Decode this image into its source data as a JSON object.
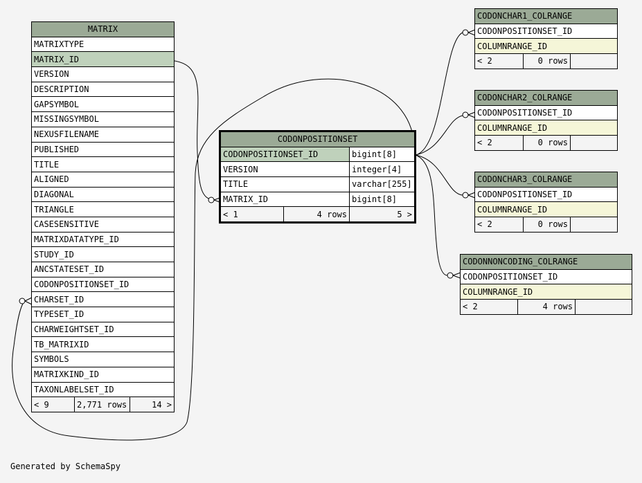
{
  "tables": {
    "matrix": {
      "name": "MATRIX",
      "columns": [
        "MATRIXTYPE",
        "MATRIX_ID",
        "VERSION",
        "DESCRIPTION",
        "GAPSYMBOL",
        "MISSINGSYMBOL",
        "NEXUSFILENAME",
        "PUBLISHED",
        "TITLE",
        "ALIGNED",
        "DIAGONAL",
        "TRIANGLE",
        "CASESENSITIVE",
        "MATRIXDATATYPE_ID",
        "STUDY_ID",
        "ANCSTATESET_ID",
        "CODONPOSITIONSET_ID",
        "CHARSET_ID",
        "TYPESET_ID",
        "CHARWEIGHTSET_ID",
        "TB_MATRIXID",
        "SYMBOLS",
        "MATRIXKIND_ID",
        "TAXONLABELSET_ID"
      ],
      "footer": {
        "parents": "< 9",
        "rows": "2,771 rows",
        "children": "14 >"
      }
    },
    "codonpositionset": {
      "name": "CODONPOSITIONSET",
      "columns": [
        {
          "name": "CODONPOSITIONSET_ID",
          "type": "bigint[8]"
        },
        {
          "name": "VERSION",
          "type": "integer[4]"
        },
        {
          "name": "TITLE",
          "type": "varchar[255]"
        },
        {
          "name": "MATRIX_ID",
          "type": "bigint[8]"
        }
      ],
      "footer": {
        "parents": "< 1",
        "rows": "4 rows",
        "children": "5 >"
      }
    },
    "codonchar1": {
      "name": "CODONCHAR1_COLRANGE",
      "columns": [
        "CODONPOSITIONSET_ID",
        "COLUMNRANGE_ID"
      ],
      "footer": {
        "parents": "< 2",
        "rows": "0 rows",
        "children": ""
      }
    },
    "codonchar2": {
      "name": "CODONCHAR2_COLRANGE",
      "columns": [
        "CODONPOSITIONSET_ID",
        "COLUMNRANGE_ID"
      ],
      "footer": {
        "parents": "< 2",
        "rows": "0 rows",
        "children": ""
      }
    },
    "codonchar3": {
      "name": "CODONCHAR3_COLRANGE",
      "columns": [
        "CODONPOSITIONSET_ID",
        "COLUMNRANGE_ID"
      ],
      "footer": {
        "parents": "< 2",
        "rows": "0 rows",
        "children": ""
      }
    },
    "codonnoncoding": {
      "name": "CODONNONCODING_COLRANGE",
      "columns": [
        "CODONPOSITIONSET_ID",
        "COLUMNRANGE_ID"
      ],
      "footer": {
        "parents": "< 2",
        "rows": "4 rows",
        "children": ""
      }
    }
  },
  "footer_text": "Generated by SchemaSpy",
  "colors": {
    "header": "#9baa96",
    "primary_key": "#bfd1bb",
    "alt_column": "#f5f6d8",
    "background": "#f4f4f4"
  }
}
